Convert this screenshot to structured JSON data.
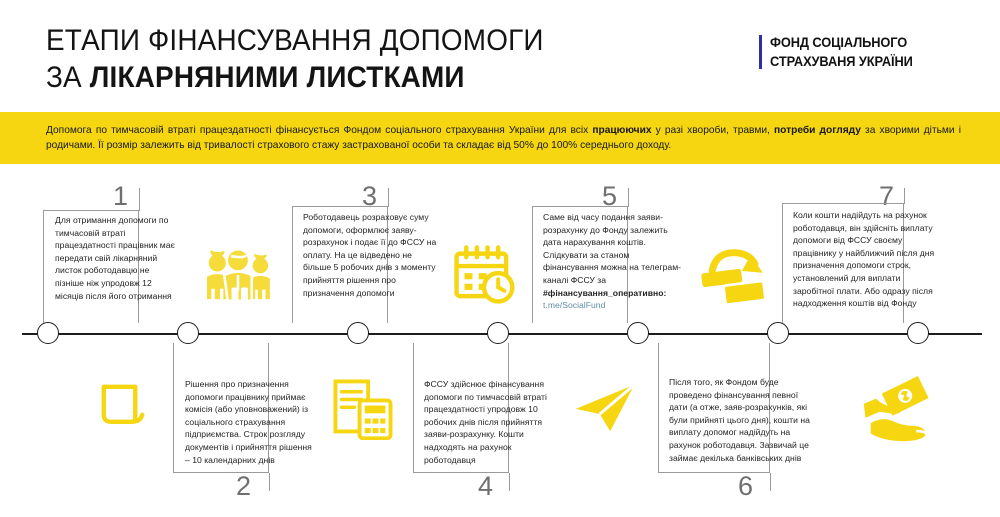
{
  "header": {
    "title_line1": "ЕТАПИ ФІНАНСУВАННЯ ДОПОМОГИ",
    "title_line2_plain": "ЗА ",
    "title_line2_bold": "ЛІКАРНЯНИМИ ЛИСТКАМИ",
    "brand_line1": "ФОНД СОЦІАЛЬНОГО",
    "brand_line2": "СТРАХУВАНЯ УКРАЇНИ",
    "brand_accent": "#2b2fa0"
  },
  "banner": {
    "background": "#f5d611",
    "text_part1": "Допомога по тимчасовій втраті працездатності фінансується Фондом соціального страхування України для всіх ",
    "text_bold1": "працюючих",
    "text_part2": " у разі хвороби, травми, ",
    "text_bold2": "потреби догляду",
    "text_part3": " за хворими дітьми і родичами. Її розмір залежить від тривалості страхового стажу застрахованої особи та складає від 50% до 100% середнього доходу."
  },
  "timeline": {
    "accent": "#f5d611",
    "line_color": "#1d1d1d",
    "node_count": 7
  },
  "steps": [
    {
      "number": "1",
      "position": "above",
      "text": "Для отримання допомоги по тимчасовій втраті працездатності працівник має передати свій лікарняний листок роботодавцю не пізніше ніж упродовж 12 місяців після його отримання"
    },
    {
      "number": "2",
      "position": "below",
      "text": "Рішення про призначення допомоги працівнику приймає комісія (або уповноважений) із соціального страхування підприємства. Строк розгляду документів і прийняття рішення – 10 календарних днів"
    },
    {
      "number": "3",
      "position": "above",
      "text": "Роботодавець розраховує суму допомоги, оформлює заяву-розрахунок і подає її до ФССУ на оплату. На це відведено не більше 5 робочих днів з моменту прийняття рішення про призначення допомоги"
    },
    {
      "number": "4",
      "position": "below",
      "text": "ФССУ здійснює фінансування допомоги по тимчасовій втраті працездатності упродовж 10 робочих днів після прийняття заяви-розрахунку. Кошти надходять на рахунок роботодавця"
    },
    {
      "number": "5",
      "position": "above",
      "text": "Саме від часу подання заяви-розрахунку до Фонду залежить дата нарахування коштів. Слідкувати за станом фінансування можна на телеграм-каналі ФССУ за ",
      "hashtag": "#фінансування_оперативно:",
      "link": "t.me/SocialFund"
    },
    {
      "number": "6",
      "position": "below",
      "text": "Після того, як Фондом буде проведено фінансування певної дати (а отже, заяв-розрахунків, які були прийняті цього дня), кошти на виплату допомог надійдуть на рахунок роботодавця. Зазвичай це займає декілька банківських днів"
    },
    {
      "number": "7",
      "position": "above",
      "text": "Коли кошти надійдуть на рахунок роботодавця, він здійсніть виплату допомоги від ФССУ своєму працівнику у найближчий після дня призначення допомоги строк, установлений для виплати заробітної плати. Або одразу після надходження коштів від Фонду"
    }
  ],
  "icons": [
    {
      "name": "document-icon",
      "position": "below"
    },
    {
      "name": "people-group-icon",
      "position": "above"
    },
    {
      "name": "calculator-document-icon",
      "position": "below"
    },
    {
      "name": "calendar-clock-icon",
      "position": "above"
    },
    {
      "name": "paper-plane-icon",
      "position": "below"
    },
    {
      "name": "card-transfer-icon",
      "position": "above"
    },
    {
      "name": "hand-money-icon",
      "position": "below"
    }
  ]
}
